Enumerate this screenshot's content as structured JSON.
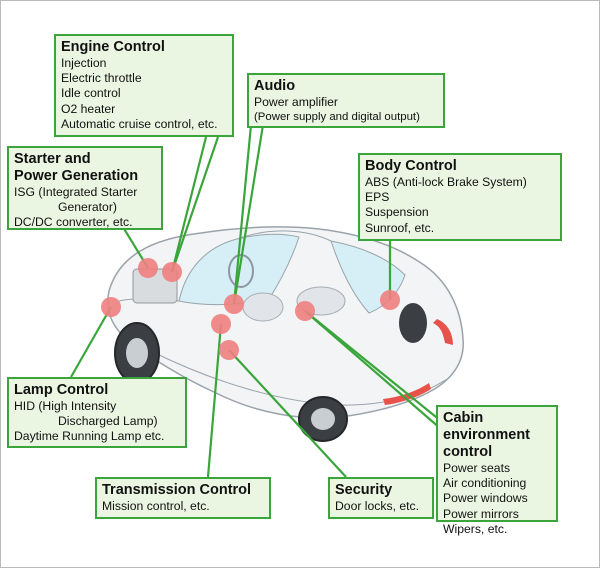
{
  "colors": {
    "box_fill": "#eaf6e2",
    "box_border": "#3aa53a",
    "connector": "#3aa53a",
    "marker": "#f08080"
  },
  "boxes": {
    "engine_control": {
      "title": "Engine Control",
      "items": [
        "Injection",
        "Electric throttle",
        "Idle control",
        "O2 heater",
        "Automatic cruise control, etc."
      ]
    },
    "audio": {
      "title": "Audio",
      "items": [
        "Power amplifier",
        "(Power supply and digital output)"
      ]
    },
    "starter": {
      "title_line1": "Starter and",
      "title_line2": "Power Generation",
      "items": [
        "ISG (Integrated Starter",
        "Generator)",
        "DC/DC converter, etc."
      ]
    },
    "body_control": {
      "title": "Body Control",
      "items": [
        "ABS (Anti-lock Brake System)",
        "EPS",
        "Suspension",
        "Sunroof, etc."
      ]
    },
    "lamp_control": {
      "title": "Lamp Control",
      "items": [
        "HID (High Intensity",
        "Discharged Lamp)",
        "Daytime Running Lamp etc."
      ]
    },
    "cabin": {
      "title_line1": "Cabin environment",
      "title_line2": "control",
      "items": [
        "Power seats",
        "Air conditioning",
        "Power windows",
        "Power mirrors",
        "Wipers, etc."
      ]
    },
    "transmission": {
      "title": "Transmission Control",
      "items": [
        "Mission control, etc."
      ]
    },
    "security": {
      "title": "Security",
      "items": [
        "Door locks, etc."
      ]
    }
  }
}
